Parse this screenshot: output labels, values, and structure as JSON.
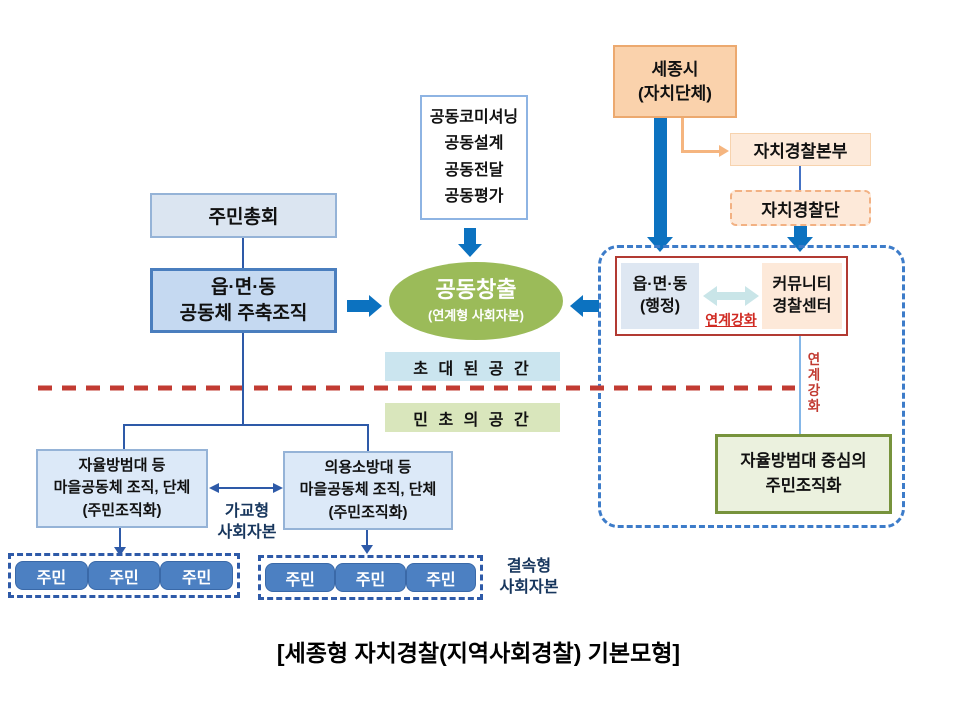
{
  "caption": "[세종형 자치경찰(지역사회경찰)  기본모형]",
  "colors": {
    "thick_arrow_blue": "#0C72C0",
    "connector_navy": "#2E5AA8",
    "light_box_border_blue": "#95B3D7",
    "strong_box_border_blue": "#4A7EBE",
    "dashed_region_blue": "#3D7CC9",
    "red_accent": "#C23B32",
    "red_frame": "#B23A32",
    "ellipse_green": "#9BBB59",
    "olive_border": "#77933C",
    "olive_fill": "#EBF1DE",
    "peach_fill": "#FAD2AC",
    "peach_border": "#ECA96F",
    "light_peach_fill": "#FDE9D9",
    "orange_arrow": "#F5B57F",
    "cyan_arrow": "#C9E5E8",
    "invited_fill": "#CBE5EF",
    "grassroots_fill": "#D9E6BC",
    "resident_pill_blue": "#4C80C2",
    "dark_navy_text": "#17365D"
  },
  "nodes": {
    "sejong_city": "세종시\n(자치단체)",
    "autonomous_police_hq": "자치경찰본부",
    "autonomous_police_corps": "자치경찰단",
    "co_commissioning": "공동코미셔닝\n공동설계\n공동전달\n공동평가",
    "co_creation_title": "공동창출",
    "co_creation_subtitle": "(연계형 사회자본)",
    "residents_assembly": "주민총회",
    "emd_community_org": "읍·면·동\n공동체 주축조직",
    "emd_admin": "읍·면·동\n(행정)",
    "community_police_center": "커뮤니티\n경찰센터",
    "link_strengthening_horizontal": "연계강화",
    "link_strengthening_vertical": "연계강화",
    "invited_space": "초 대 된  공 간",
    "grassroots_space": "민 초 의 공 간",
    "crime_watch_org": "자율방범대 등\n마을공동체 조직, 단체\n(주민조직화)",
    "volunteer_fire_org": "의용소방대 등\n마을공동체 조직, 단체\n(주민조직화)",
    "bridging_social_capital": "가교형\n사회자본",
    "bonding_social_capital": "결속형\n사회자본",
    "resident": "주민",
    "resident_organizing": "자율방범대 중심의\n주민조직화"
  }
}
